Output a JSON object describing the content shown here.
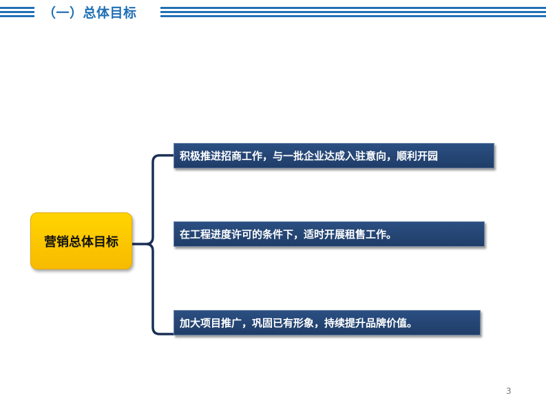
{
  "header": {
    "title": "（一）总体目标"
  },
  "center": {
    "label": "营销总体目标"
  },
  "items": [
    {
      "text": "积极推进招商工作，与一批企业达成入驻意向，顺利开园"
    },
    {
      "text": "在工程进度许可的条件下，适时开展租售工作。"
    },
    {
      "text": "加大项目推广，巩固已有形象，持续提升品牌价值。"
    }
  ],
  "footer": {
    "page_number": "3"
  },
  "colors": {
    "title": "#1f6fb5",
    "center_fill": "#ffcc00",
    "item_fill": "#254774",
    "brace": "#1b2f55"
  }
}
